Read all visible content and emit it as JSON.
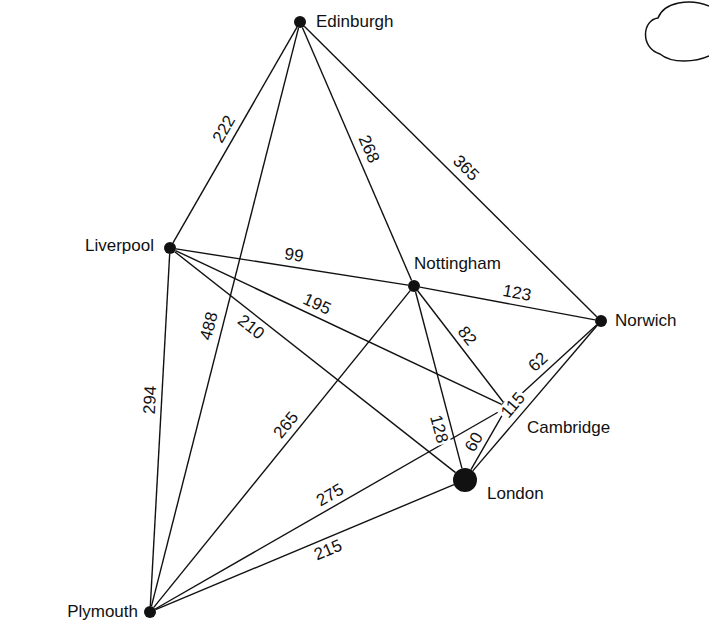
{
  "diagram": {
    "nodes": [
      {
        "text": [
          "Edinburgh"
        ]
      },
      {
        "text": [
          "Liverpool"
        ]
      },
      {
        "text": [
          "Nottingham"
        ]
      },
      {
        "text": [
          "Norwich"
        ]
      },
      {
        "text": [
          "Cambridge"
        ]
      },
      {
        "text": [
          "London"
        ]
      },
      {
        "text": [
          "Plymouth"
        ]
      }
    ],
    "edges": [
      {
        "from": 0,
        "to": 1,
        "arrow": "none",
        "label": "222"
      },
      {
        "from": 0,
        "to": 6,
        "arrow": "none",
        "label": "488"
      },
      {
        "from": 0,
        "to": 2,
        "arrow": "none",
        "label": "268"
      },
      {
        "from": 0,
        "to": 3,
        "arrow": "none",
        "label": "365"
      },
      {
        "from": 1,
        "to": 2,
        "arrow": "none",
        "label": "99"
      },
      {
        "from": 1,
        "to": 4,
        "arrow": "none",
        "label": "195"
      },
      {
        "from": 1,
        "to": 5,
        "arrow": "none",
        "label": "210"
      },
      {
        "from": 1,
        "to": 6,
        "arrow": "none",
        "label": "294"
      },
      {
        "from": 2,
        "to": 3,
        "arrow": "none",
        "label": "123"
      },
      {
        "from": 2,
        "to": 4,
        "arrow": "none",
        "label": "82"
      },
      {
        "from": 2,
        "to": 5,
        "arrow": "none",
        "label": "128"
      },
      {
        "from": 2,
        "to": 6,
        "arrow": "none",
        "label": "265"
      },
      {
        "from": 4,
        "to": 3,
        "arrow": "none",
        "label": "62"
      },
      {
        "from": 3,
        "to": 5,
        "arrow": "none",
        "label": "115"
      },
      {
        "from": 4,
        "to": 6,
        "arrow": "none",
        "label": "275"
      },
      {
        "from": 5,
        "to": 6,
        "arrow": "none",
        "label": "215"
      },
      {
        "from": 4,
        "to": 5,
        "arrow": "none",
        "label": "60"
      }
    ]
  }
}
